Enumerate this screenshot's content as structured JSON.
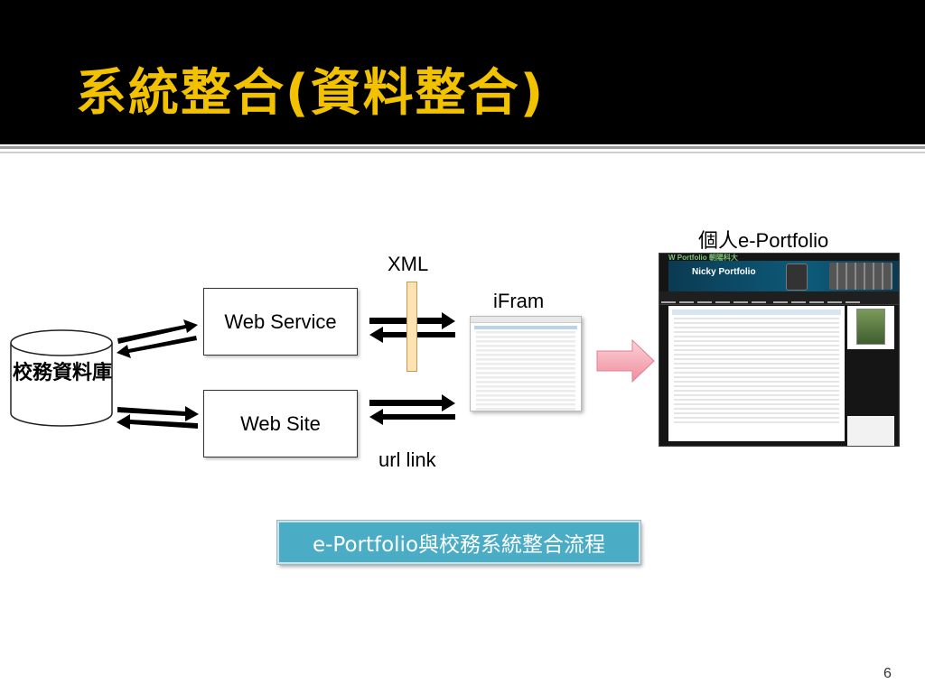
{
  "slide": {
    "title": "系統整合(資料整合)",
    "page_number": "6"
  },
  "diagram": {
    "database_label": "校務資料庫",
    "web_service_label": "Web Service",
    "web_site_label": "Web Site",
    "xml_label": "XML",
    "url_link_label": "url link",
    "iframe_label": "iFram",
    "portfolio_label": "個人e-Portfolio",
    "caption": "e-Portfolio與校務系統整合流程"
  },
  "portfolio_screenshot": {
    "brand": "W Portfolio 朝陽科大",
    "name": "Nicky Portfolio"
  },
  "colors": {
    "title": "#f2c200",
    "header_bg": "#000000",
    "caption_bg": "#4bacc6",
    "arrow_pink": "#f6a3b0",
    "xml_bar": "#fde2b3"
  }
}
